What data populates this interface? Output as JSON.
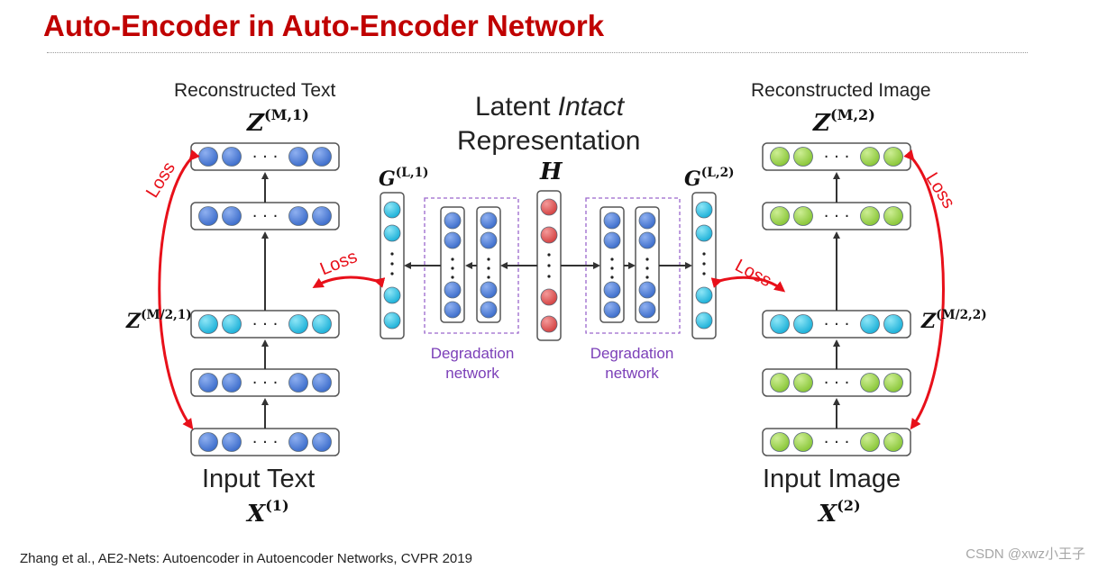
{
  "slide": {
    "title": "Auto-Encoder in Auto-Encoder Network",
    "citation": "Zhang et al., AE2-Nets: Autoencoder in Autoencoder Networks, CVPR 2019",
    "watermark": "CSDN @xwz小王子"
  },
  "diagram": {
    "latent_title_line1_prefix": "Latent ",
    "latent_title_line1_italic": "Intact",
    "latent_title_line2": "Representation",
    "latent_symbol": "H",
    "ellipsis": "· · ·",
    "loss_label": "Loss",
    "left_branch": {
      "top_label": "Reconstructed Text",
      "top_symbol_base": "Z",
      "top_symbol_sup": "(M,1)",
      "middle_symbol_base": "Z",
      "middle_symbol_sup": "(M/2,1)",
      "bottom_label": "Input Text",
      "bottom_symbol_base": "X",
      "bottom_symbol_sup": "(1)",
      "node_color": "#4f7fd8",
      "middle_node_color": "#35c2e6"
    },
    "right_branch": {
      "top_label": "Reconstructed Image",
      "top_symbol_base": "Z",
      "top_symbol_sup": "(M,2)",
      "middle_symbol_base": "Z",
      "middle_symbol_sup": "(M/2,2)",
      "bottom_label": "Input Image",
      "bottom_symbol_base": "X",
      "bottom_symbol_sup": "(2)",
      "node_color": "#9ed44a",
      "middle_node_color": "#35c2e6"
    },
    "g_left": {
      "base": "G",
      "sup": "(L,1)"
    },
    "g_right": {
      "base": "G",
      "sup": "(L,2)"
    },
    "degradation_left": {
      "line1": "Degradation",
      "line2": "network"
    },
    "degradation_right": {
      "line1": "Degradation",
      "line2": "network"
    },
    "colors": {
      "latent_node": "#e05555",
      "g_node": "#35c2e6",
      "degradation_node": "#4f7fd8",
      "loss_arrow": "#e8101a",
      "dashed_box": "#9a66cc"
    }
  }
}
